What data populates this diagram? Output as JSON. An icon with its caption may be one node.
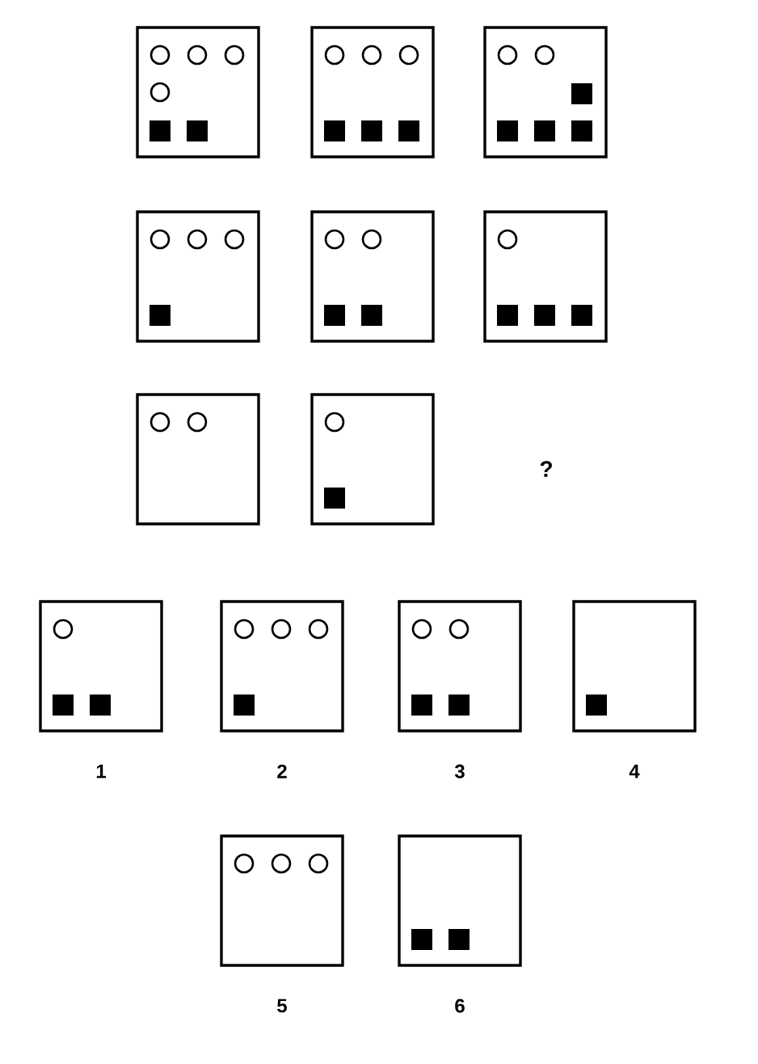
{
  "diagram": {
    "nodes": [
      {
        "text": [],
        "shape": "box"
      },
      {
        "text": [],
        "shape": "box"
      },
      {
        "text": [],
        "shape": "box"
      },
      {
        "text": [],
        "shape": "box"
      },
      {
        "text": [],
        "shape": "box"
      },
      {
        "text": [],
        "shape": "box"
      },
      {
        "text": [],
        "shape": "box"
      },
      {
        "text": [],
        "shape": "box"
      },
      {
        "text": [],
        "shape": "box",
        "beside": [
          "1"
        ]
      },
      {
        "text": [],
        "shape": "box",
        "beside": [
          "2"
        ]
      },
      {
        "text": [],
        "shape": "box",
        "beside": [
          "3"
        ]
      },
      {
        "text": [],
        "shape": "box",
        "beside": [
          "4"
        ]
      },
      {
        "text": [],
        "shape": "box",
        "beside": [
          "5"
        ]
      },
      {
        "text": [],
        "shape": "box",
        "beside": [
          "6"
        ]
      }
    ],
    "edges": [],
    "labels": [
      "?"
    ]
  }
}
